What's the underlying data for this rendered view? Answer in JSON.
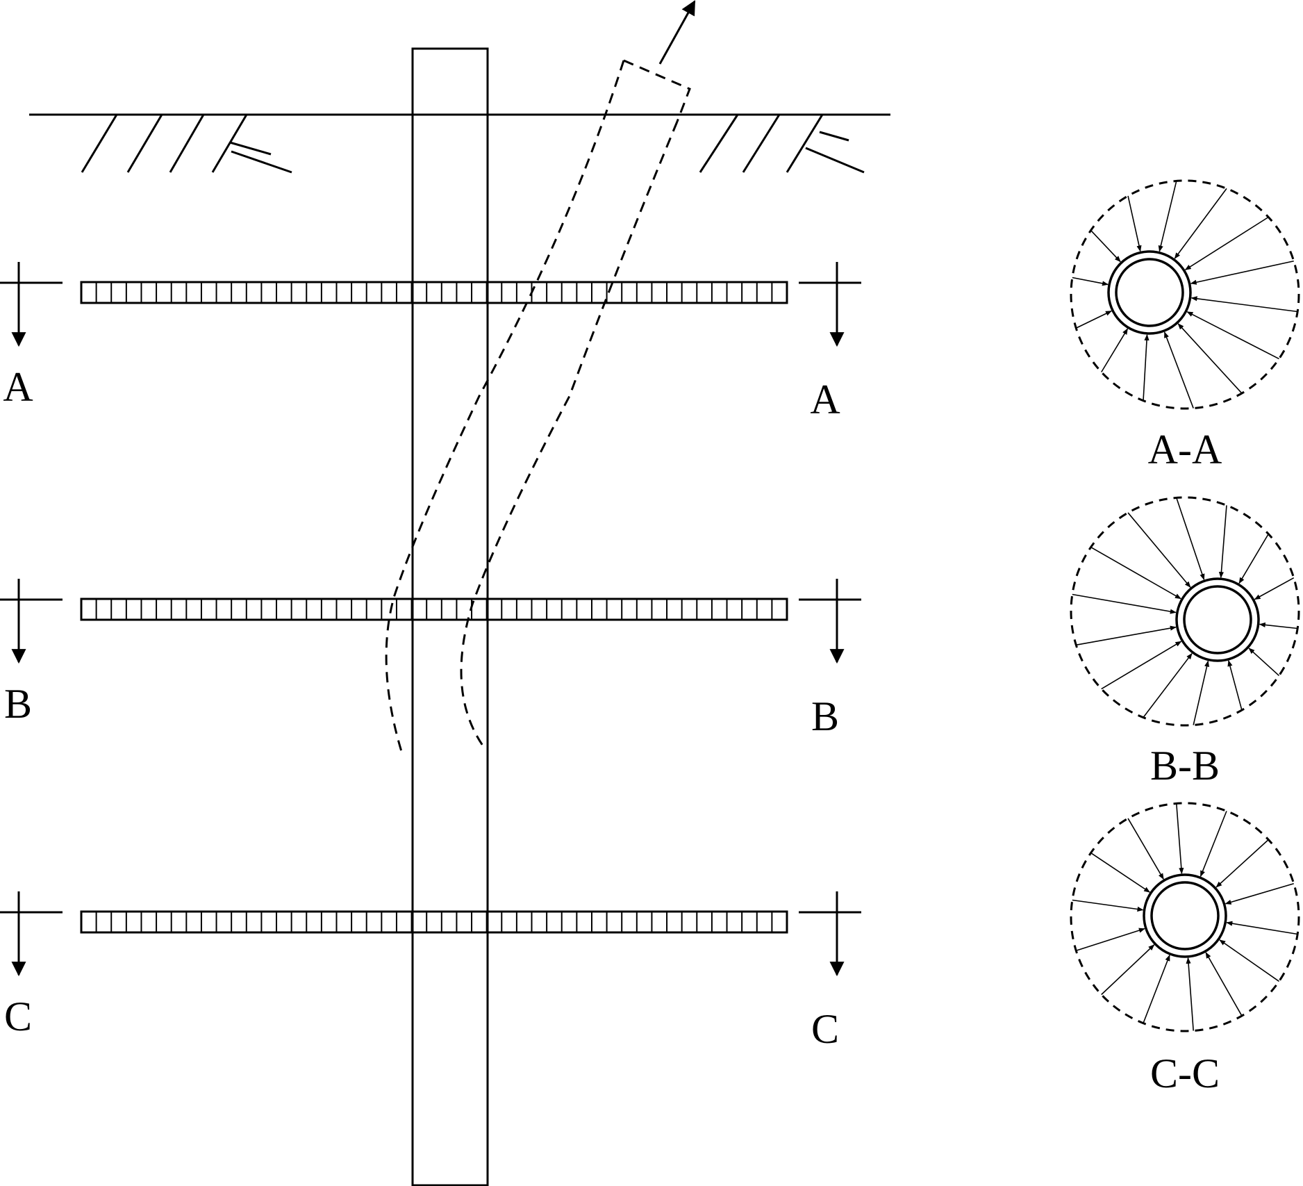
{
  "colors": {
    "stroke": "#000000",
    "background": "#ffffff"
  },
  "diagram": {
    "section_cut_letters": [
      {
        "left": "A",
        "right": "A"
      },
      {
        "left": "B",
        "right": "B"
      },
      {
        "left": "C",
        "right": "C"
      }
    ],
    "cross_section_titles": [
      "A-A",
      "B-B",
      "C-C"
    ],
    "icons": {
      "ground": "ground-hatch-icon",
      "pile": "pile-icon",
      "anchor": "anchor-bar-icon",
      "displaced_pile": "displaced-pile-outline-icon",
      "movement": "movement-arrow-icon",
      "section_marker": "section-cut-arrow-icon",
      "cross_section": "pile-cross-section-icon"
    }
  }
}
